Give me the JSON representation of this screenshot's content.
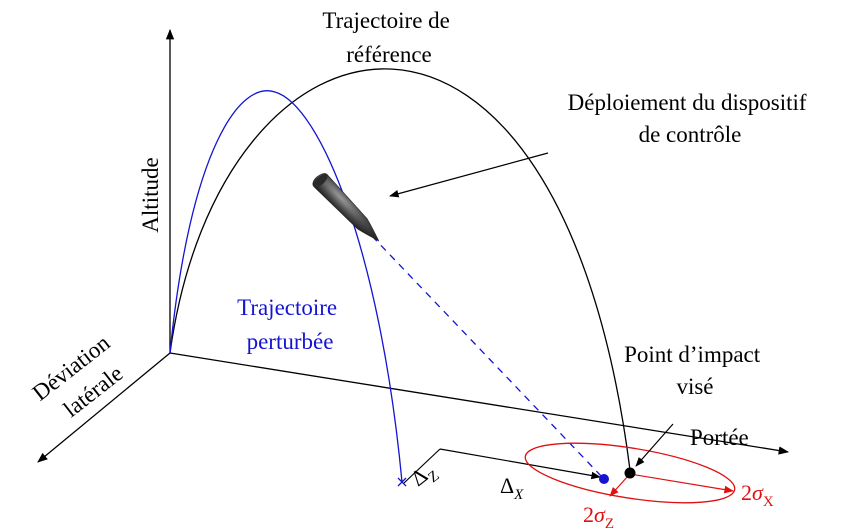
{
  "labels": {
    "reference_trajectory": [
      "Trajectoire de",
      "référence"
    ],
    "deployment": [
      "Déploiement du dispositif",
      "de contrôle"
    ],
    "altitude": "Altitude",
    "perturbed_trajectory": [
      "Trajectoire",
      "perturbée"
    ],
    "lateral_deviation": [
      "Déviation",
      "latérale"
    ],
    "aim_point": [
      "Point d’impact",
      "visé"
    ],
    "range": "Portée",
    "delta_z": {
      "base": "Δ",
      "sub": "Z"
    },
    "delta_x": {
      "base": "Δ",
      "sub": "X"
    },
    "sigma_x": {
      "coef": "2",
      "sym": "σ",
      "sub": "X"
    },
    "sigma_z": {
      "coef": "2",
      "sym": "σ",
      "sub": "Z"
    }
  },
  "colors": {
    "reference": "#000000",
    "perturbed": "#1414d2",
    "dispersion": "#e01010",
    "projectile": "#3a3a3a"
  }
}
